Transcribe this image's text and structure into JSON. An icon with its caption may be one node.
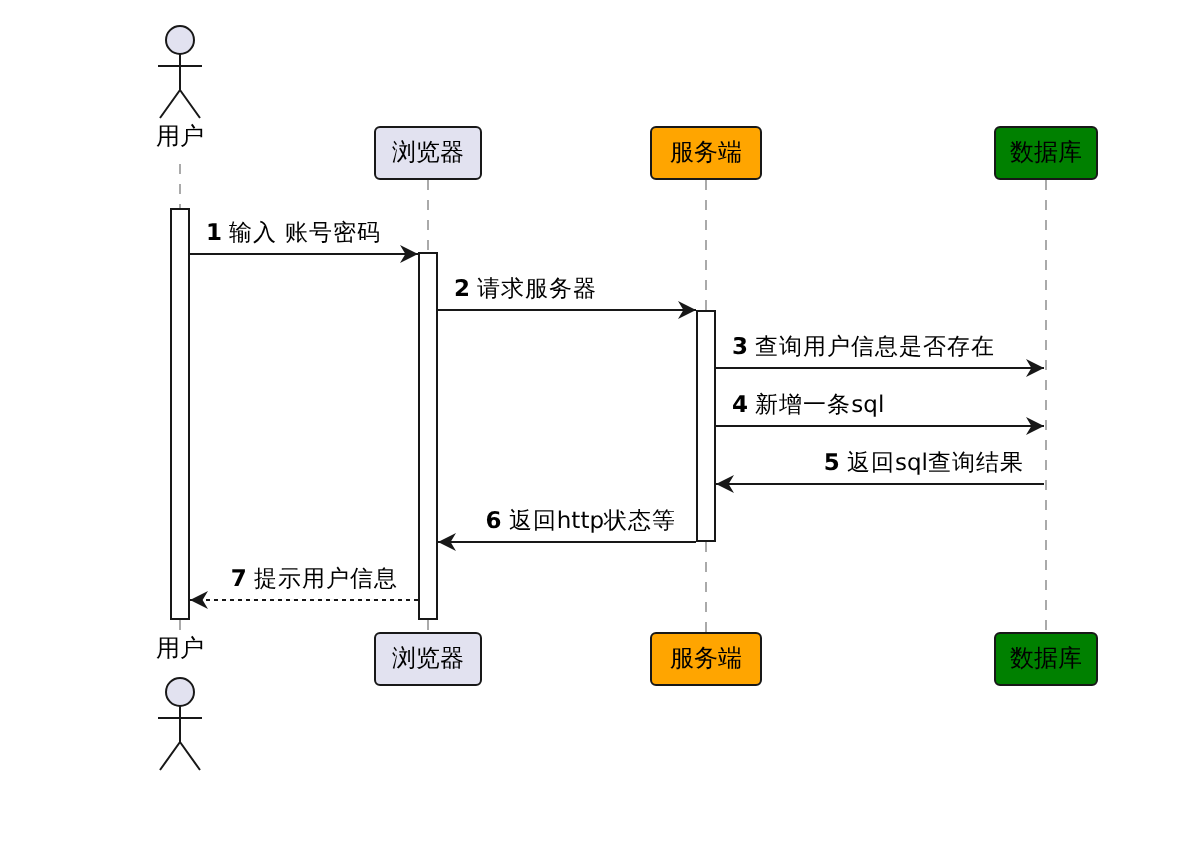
{
  "diagram": {
    "nodes": [
      {
        "text": [
          "用户"
        ]
      },
      {
        "text": [
          "浏览器"
        ]
      },
      {
        "text": [
          "服务端"
        ]
      },
      {
        "text": [
          "数据库"
        ]
      },
      {
        "text": [
          "用户"
        ]
      },
      {
        "text": [
          "浏览器"
        ]
      },
      {
        "text": [
          "服务端"
        ]
      },
      {
        "text": [
          "数据库"
        ]
      },
      {
        "text": [],
        "shape": "bar"
      },
      {
        "text": [],
        "shape": "bar"
      },
      {
        "text": [],
        "shape": "bar"
      }
    ],
    "edges": [
      {
        "from": 0,
        "to": 8,
        "arrow": "none",
        "style": "dashed",
        "color": "#aaaaaa"
      },
      {
        "from": 8,
        "to": 4,
        "arrow": "none",
        "style": "dashed",
        "color": "#aaaaaa"
      },
      {
        "from": 1,
        "to": 9,
        "arrow": "none",
        "style": "dashed",
        "color": "#aaaaaa"
      },
      {
        "from": 9,
        "to": 5,
        "arrow": "none",
        "style": "dashed",
        "color": "#aaaaaa"
      },
      {
        "from": 2,
        "to": 10,
        "arrow": "none",
        "style": "dashed",
        "color": "#aaaaaa"
      },
      {
        "from": 10,
        "to": 6,
        "arrow": "none",
        "style": "dashed",
        "color": "#aaaaaa"
      },
      {
        "from": 3,
        "to": 7,
        "arrow": "none",
        "style": "dashed",
        "color": "#aaaaaa"
      },
      {
        "from": 8,
        "to": 9,
        "arrow": "to",
        "label": "**1** 输入 账号密码",
        "color": "#181818"
      },
      {
        "from": 9,
        "to": 10,
        "arrow": "to",
        "label": "**2** 请求服务器",
        "color": "#181818"
      },
      {
        "from": 10,
        "to": null,
        "arrow": "to",
        "label": "**3** 查询用户信息是否存在",
        "color": "#181818"
      },
      {
        "from": 10,
        "to": null,
        "arrow": "to",
        "label": "**4** 新增一条sql",
        "color": "#181818"
      },
      {
        "from": null,
        "to": 10,
        "arrow": "to",
        "label": "**5** 返回sql查询结果",
        "color": "#181818"
      },
      {
        "from": 10,
        "to": 9,
        "arrow": "to",
        "label": "**6** 返回http状态等",
        "color": "#181818"
      },
      {
        "from": 9,
        "to": 8,
        "arrow": "to",
        "label": "**7** 提示用户信息",
        "style": "dashed",
        "color": "#181818"
      }
    ]
  }
}
